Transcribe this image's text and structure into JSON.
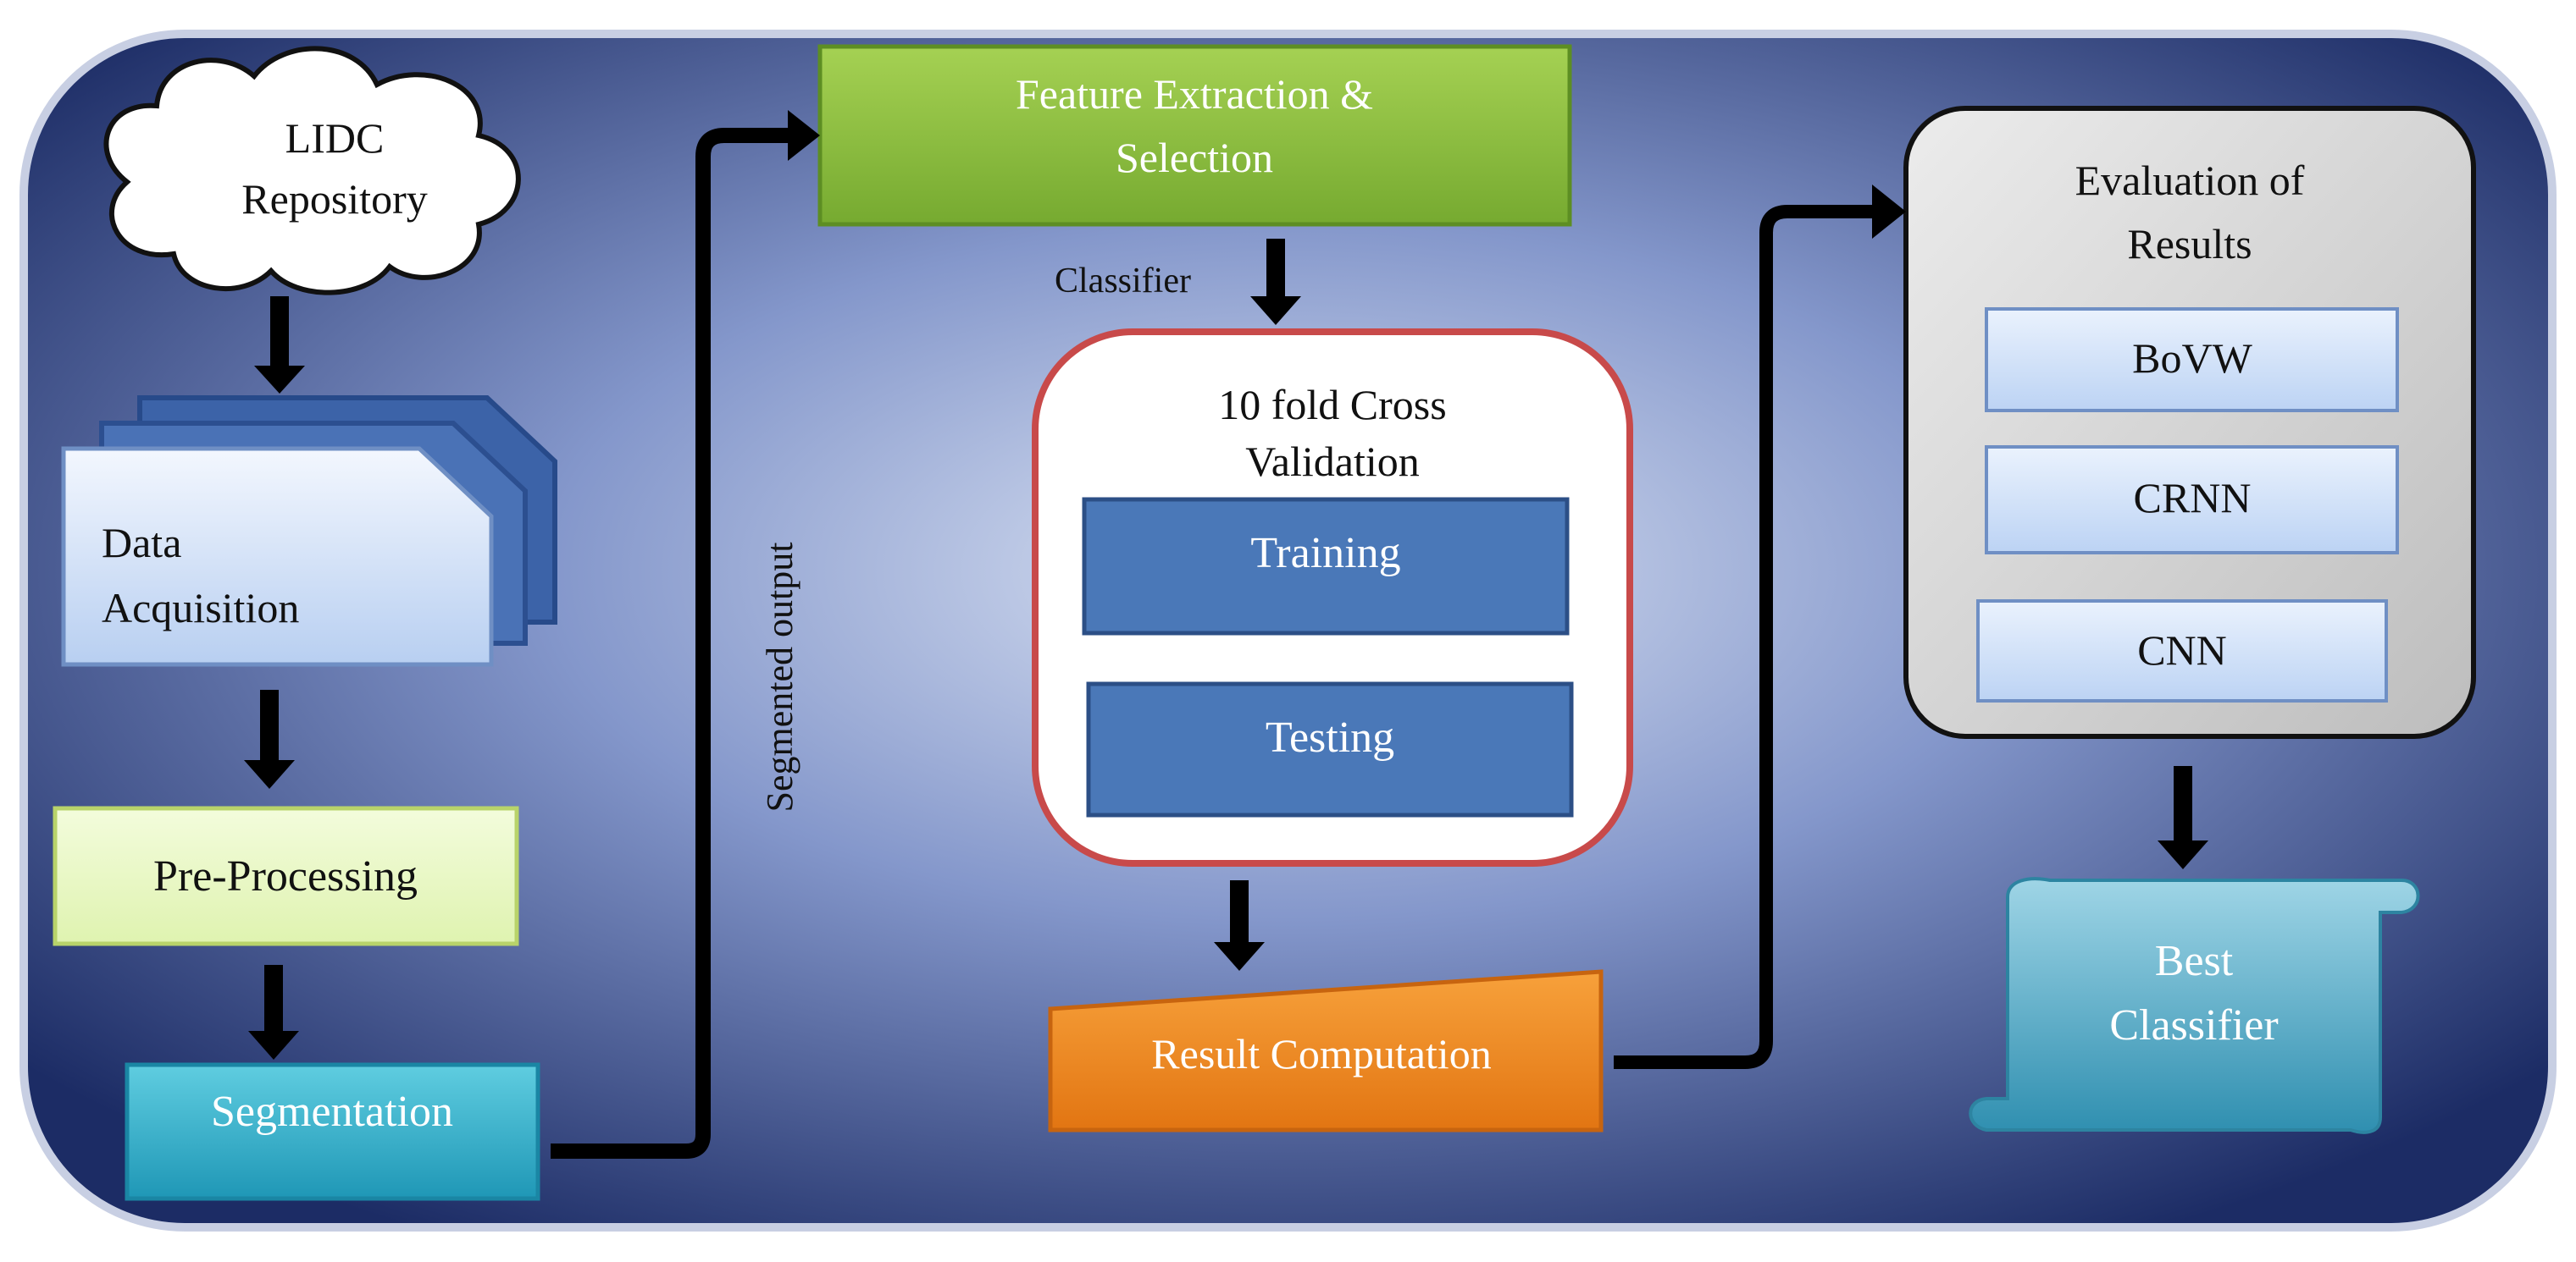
{
  "diagram": {
    "lidc": {
      "line1": "LIDC",
      "line2": "Repository"
    },
    "data_acquisition": {
      "line1": "Data",
      "line2": "Acquisition"
    },
    "pre_processing": "Pre-Processing",
    "segmentation": "Segmentation",
    "segmented_output": "Segmented output",
    "feature_extraction": {
      "line1": "Feature Extraction &",
      "line2": "Selection"
    },
    "classifier_label": "Classifier",
    "cross_validation": {
      "line1": "10 fold Cross",
      "line2": "Validation"
    },
    "training": "Training",
    "testing": "Testing",
    "result_computation": "Result Computation",
    "evaluation": {
      "line1": "Evaluation of",
      "line2": "Results",
      "methods": [
        "BoVW",
        "CRNN",
        "CNN"
      ]
    },
    "best_classifier": {
      "line1": "Best",
      "line2": "Classifier"
    }
  },
  "colors": {
    "frame_outer": "#1b2a63",
    "frame_center": "#dce3f4",
    "feature_box": "#8cbf3f",
    "pre_processing_box": "#eaf8c6",
    "segmentation_box": "#31b2cc",
    "training_testing_box": "#4a78b8",
    "result_box": "#f08a1e",
    "evaluation_panel": "#d2d2d2",
    "method_box": "#d7e6fb",
    "best_classifier_scroll": "#4aa7c4",
    "cv_border": "#c84a4a",
    "arrow": "#000000"
  }
}
